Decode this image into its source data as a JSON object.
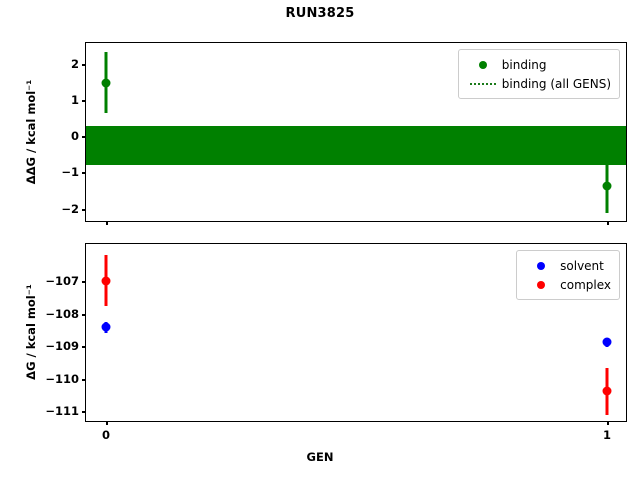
{
  "figure": {
    "title": "RUN3825",
    "xlabel": "GEN",
    "colors": {
      "binding": "#008000",
      "solvent": "#0000ff",
      "complex": "#ff0000",
      "axis": "#000000",
      "background": "#ffffff"
    }
  },
  "top_panel": {
    "ylabel": "ΔΔG / kcal mol⁻¹",
    "yticks": [
      "2",
      "1",
      "0",
      "−1",
      "−2"
    ],
    "legend": [
      {
        "label": "binding",
        "style": "marker",
        "color": "#008000"
      },
      {
        "label": "binding (all GENS)",
        "style": "dotted-line",
        "color": "#008000"
      }
    ]
  },
  "bottom_panel": {
    "ylabel": "ΔG / kcal mol⁻¹",
    "yticks": [
      "−107",
      "−108",
      "−109",
      "−110",
      "−111"
    ],
    "legend": [
      {
        "label": "solvent",
        "style": "marker",
        "color": "#0000ff"
      },
      {
        "label": "complex",
        "style": "marker",
        "color": "#ff0000"
      }
    ]
  },
  "xticks": [
    "0",
    "1"
  ],
  "chart_data": [
    {
      "type": "scatter",
      "panel": "top",
      "title": "RUN3825",
      "xlabel": "",
      "ylabel": "ΔΔG / kcal mol⁻¹",
      "x": [
        0,
        1
      ],
      "xlim": [
        -0.05,
        1.05
      ],
      "ylim": [
        -2.45,
        2.52
      ],
      "yticks": [
        2,
        1,
        0,
        -1,
        -2
      ],
      "grid": false,
      "legend_position": "upper right",
      "series": [
        {
          "name": "binding",
          "color": "#008000",
          "values": [
            1.46,
            -1.37
          ],
          "yerr": [
            0.85,
            0.73
          ]
        },
        {
          "name": "binding (all GENS)",
          "color": "#008000",
          "style": "band",
          "mean": -0.24,
          "band_upper": 0.3,
          "band_lower": -0.78
        }
      ]
    },
    {
      "type": "scatter",
      "panel": "bottom",
      "xlabel": "GEN",
      "ylabel": "ΔG / kcal mol⁻¹",
      "x": [
        0,
        1
      ],
      "xlim": [
        -0.05,
        1.05
      ],
      "ylim": [
        -111.57,
        -106.42
      ],
      "yticks": [
        -107,
        -108,
        -109,
        -110,
        -111
      ],
      "grid": false,
      "legend_position": "upper right",
      "series": [
        {
          "name": "solvent",
          "color": "#0000ff",
          "values": [
            -108.58,
            -109.03
          ],
          "yerr": [
            0.17,
            0.13
          ]
        },
        {
          "name": "complex",
          "color": "#ff0000",
          "values": [
            -107.15,
            -110.38
          ],
          "yerr": [
            0.79,
            0.73
          ]
        }
      ]
    }
  ]
}
